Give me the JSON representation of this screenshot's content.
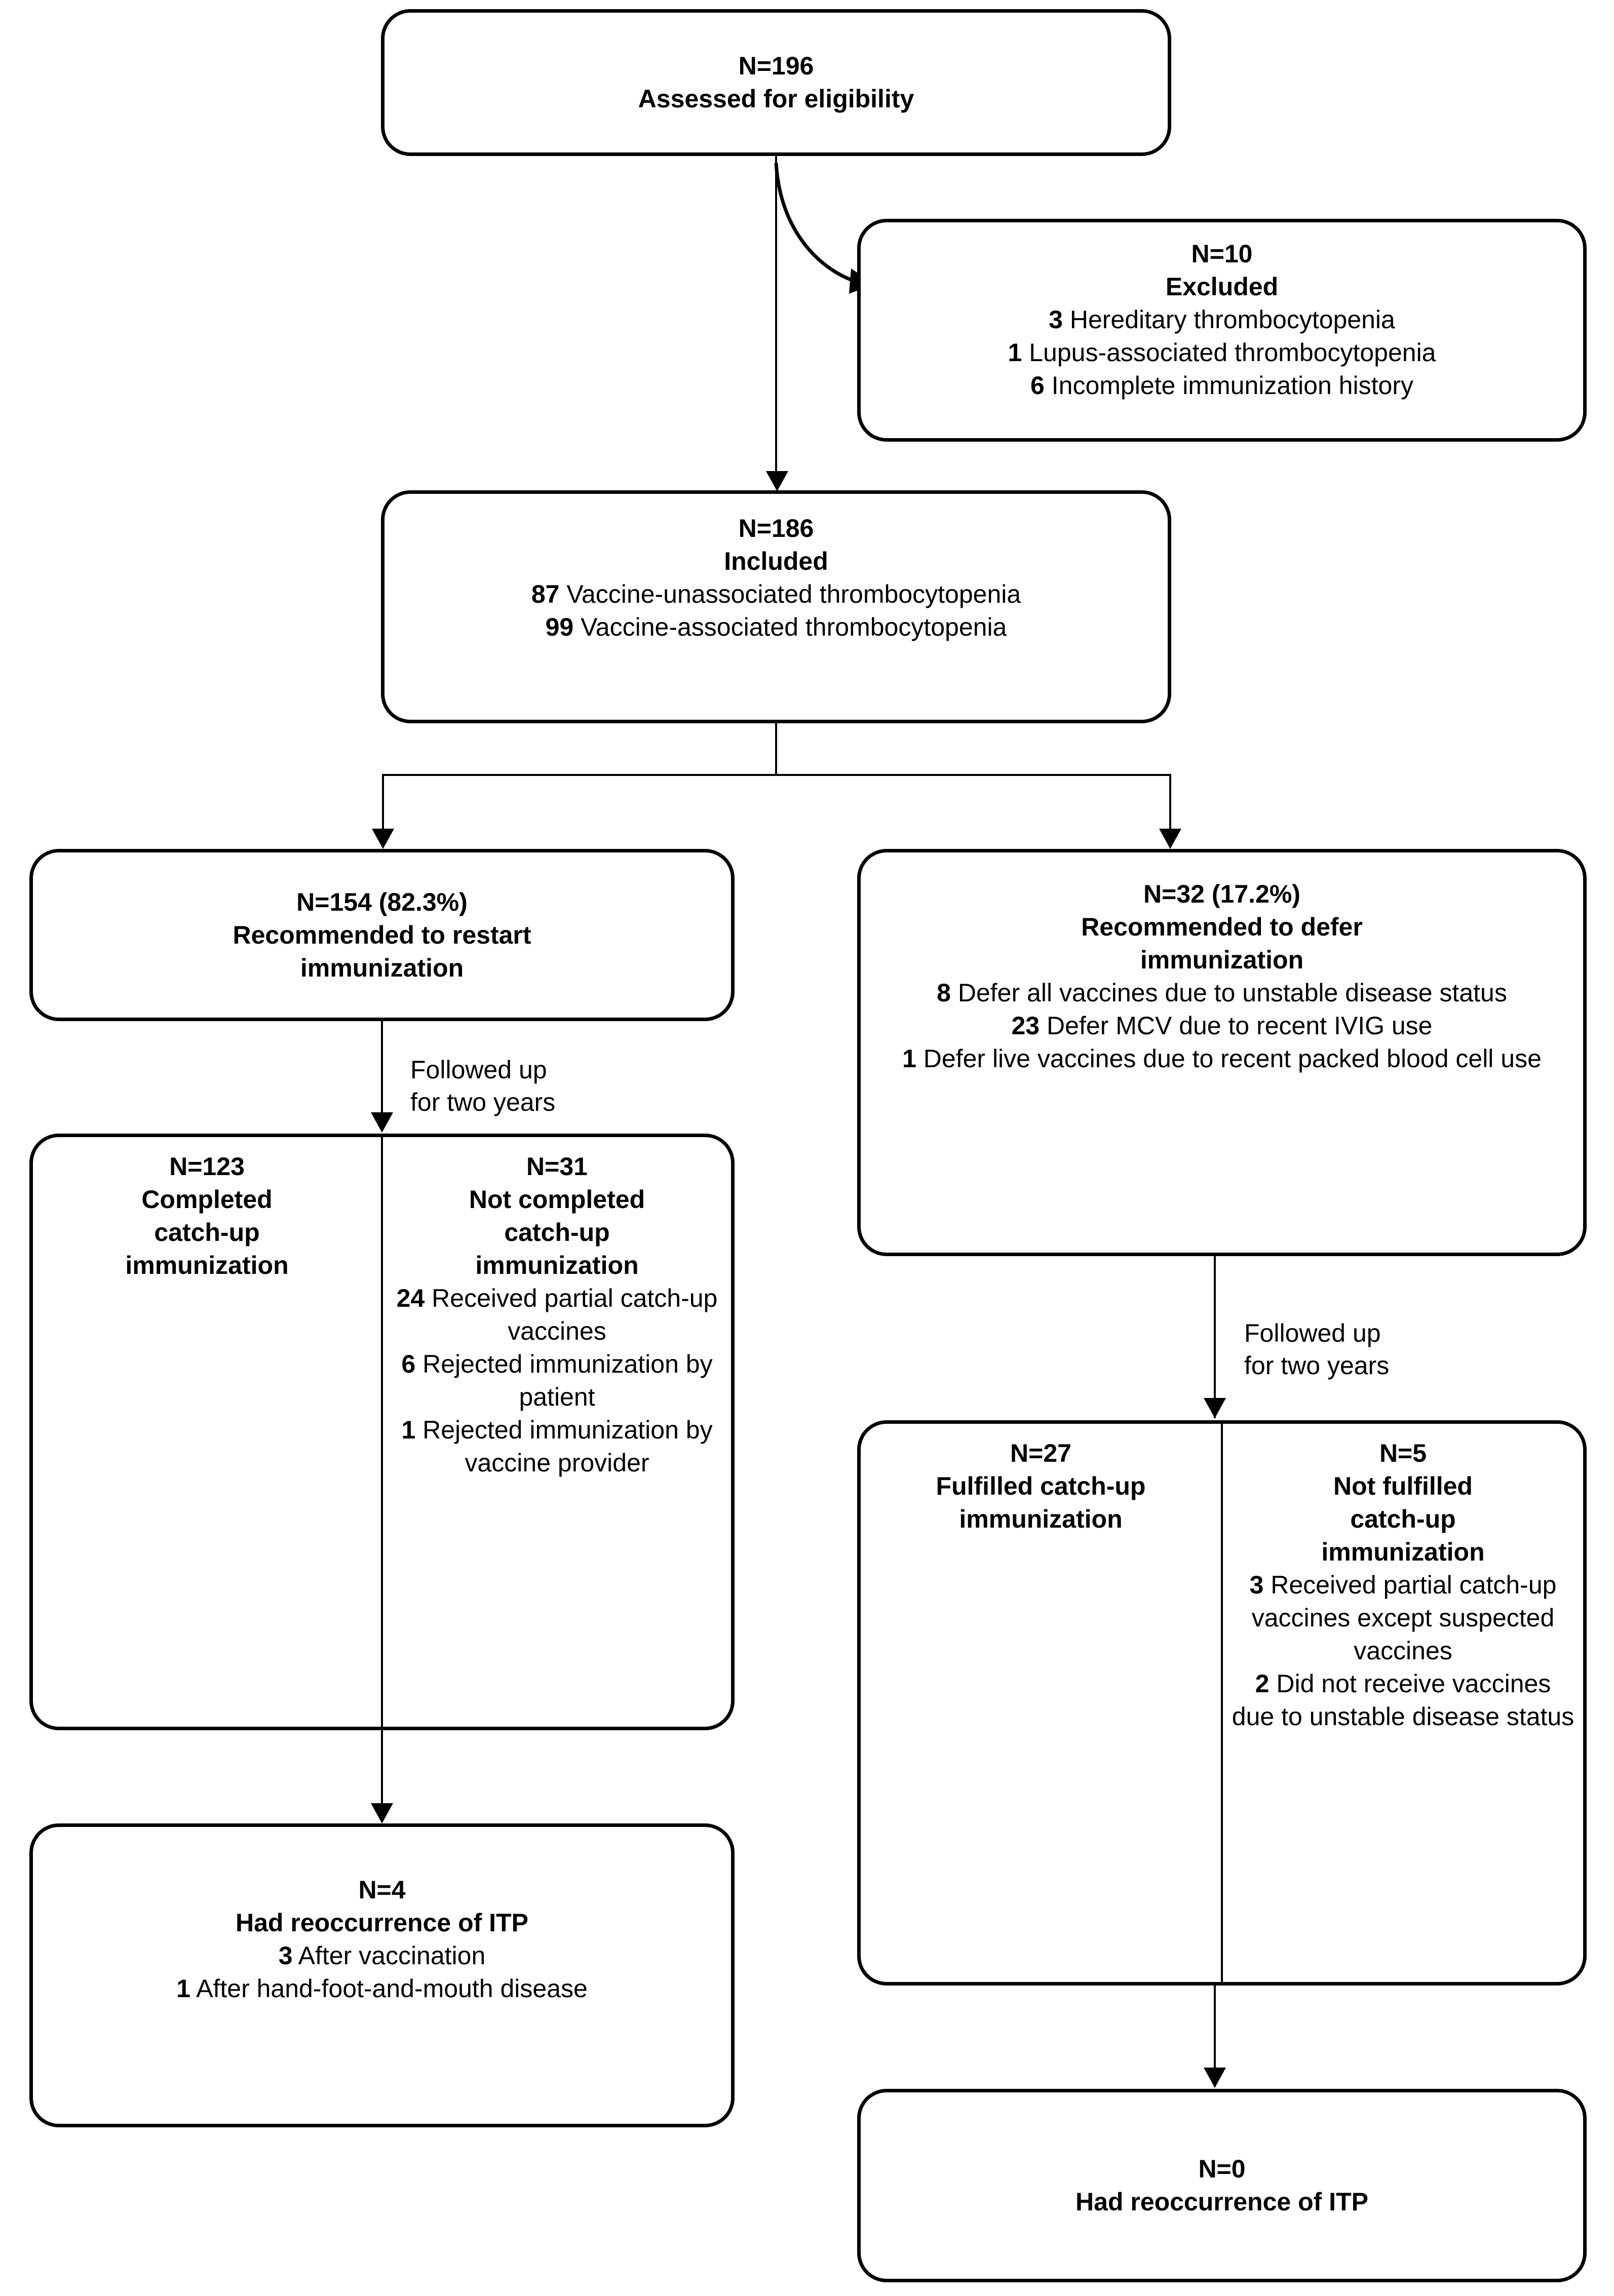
{
  "diagram": {
    "type": "flowchart",
    "title": "Study participant flow diagram (ITP immunization catch-up)",
    "colors": {
      "stroke": "#000000",
      "background": "#ffffff",
      "text": "#000000"
    }
  },
  "nodes": {
    "assessed": {
      "id": "assessed",
      "count_label": "N=196",
      "title": "Assessed for eligibility",
      "items": []
    },
    "excluded": {
      "id": "excluded",
      "count_label": "N=10",
      "title": "Excluded",
      "items": [
        {
          "n": "3",
          "text": "Hereditary thrombocytopenia"
        },
        {
          "n": "1",
          "text": "Lupus-associated thrombocytopenia"
        },
        {
          "n": "6",
          "text": "Incomplete immunization history"
        }
      ]
    },
    "included": {
      "id": "included",
      "count_label": "N=186",
      "title": "Included",
      "items": [
        {
          "n": "87",
          "text": "Vaccine-unassociated thrombocytopenia"
        },
        {
          "n": "99",
          "text": "Vaccine-associated thrombocytopenia"
        }
      ]
    },
    "restart": {
      "id": "restart",
      "count_label": "N=154 (82.3%)",
      "title_line1": "Recommended to restart",
      "title_line2": "immunization",
      "items": []
    },
    "defer": {
      "id": "defer",
      "count_label": "N=32 (17.2%)",
      "title_line1": "Recommended to defer",
      "title_line2": "immunization",
      "items": [
        {
          "n": "8",
          "text": "Defer all vaccines due to unstable disease status"
        },
        {
          "n": "23",
          "text": "Defer MCV due to recent IVIG use"
        },
        {
          "n": "1",
          "text": "Defer live vaccines due to recent packed blood cell use"
        }
      ]
    },
    "completed": {
      "id": "completed",
      "count_label": "N=123",
      "title_lines": [
        "Completed",
        "catch-up",
        "immunization"
      ],
      "items": []
    },
    "not_completed": {
      "id": "not_completed",
      "count_label": "N=31",
      "title_lines": [
        "Not completed",
        "catch-up",
        "immunization"
      ],
      "items": [
        {
          "n": "24",
          "text": "Received partial catch-up vaccines"
        },
        {
          "n": "6",
          "text": "Rejected immunization by patient"
        },
        {
          "n": "1",
          "text": "Rejected immunization by vaccine provider"
        }
      ]
    },
    "fulfilled": {
      "id": "fulfilled",
      "count_label": "N=27",
      "title_lines": [
        "Fulfilled catch-up",
        "immunization"
      ],
      "items": []
    },
    "not_fulfilled": {
      "id": "not_fulfilled",
      "count_label": "N=5",
      "title_lines": [
        "Not fulfilled",
        "catch-up",
        "immunization"
      ],
      "items": [
        {
          "n": "3",
          "text": "Received partial catch-up vaccines except suspected vaccines"
        },
        {
          "n": "2",
          "text": "Did not receive vaccines due to unstable disease status"
        }
      ]
    },
    "reoccurrence_left": {
      "id": "reoccurrence_left",
      "count_label": "N=4",
      "title": "Had reoccurrence of ITP",
      "items": [
        {
          "n": "3",
          "text": "After vaccination"
        },
        {
          "n": "1",
          "text": "After hand-foot-and-mouth disease"
        }
      ]
    },
    "reoccurrence_right": {
      "id": "reoccurrence_right",
      "count_label": "N=0",
      "title": "Had reoccurrence of ITP",
      "items": []
    }
  },
  "edge_labels": {
    "followup_left": "Followed up\nfor two years",
    "followup_right": "Followed up\nfor two years"
  }
}
